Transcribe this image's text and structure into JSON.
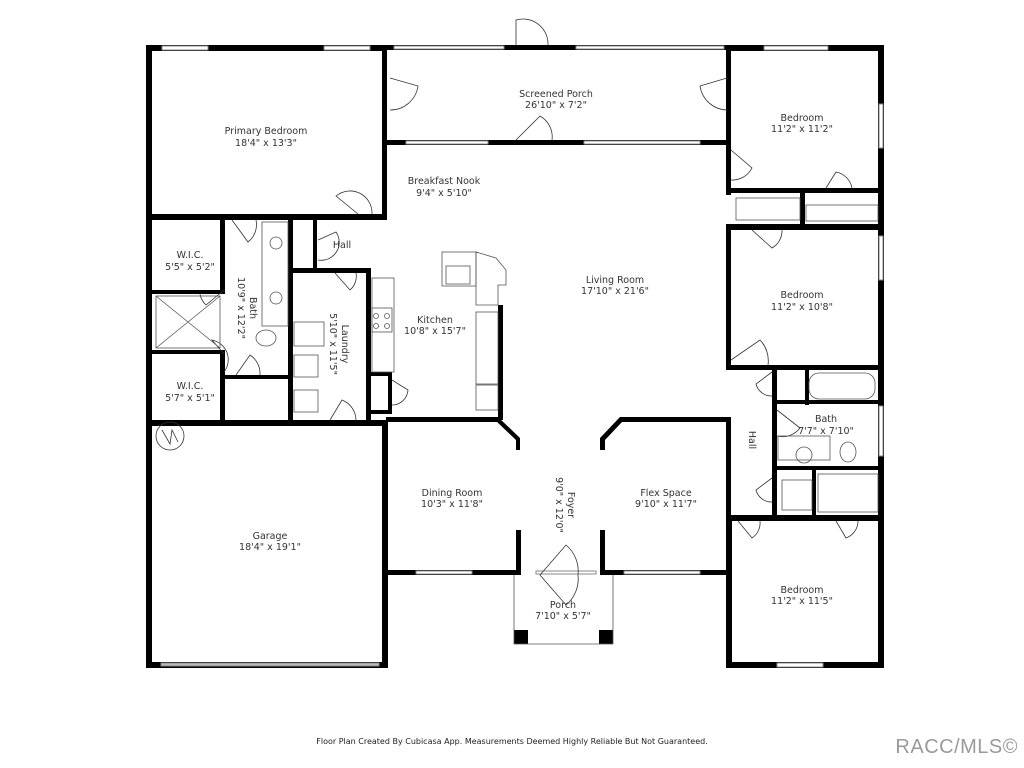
{
  "rooms": {
    "primary_bedroom": {
      "name": "Primary Bedroom",
      "dims": "18'4\" x 13'3\""
    },
    "screened_porch": {
      "name": "Screened Porch",
      "dims": "26'10\" x 7'2\""
    },
    "bedroom_ne": {
      "name": "Bedroom",
      "dims": "11'2\" x 11'2\""
    },
    "breakfast_nook": {
      "name": "Breakfast Nook",
      "dims": "9'4\" x 5'10\""
    },
    "hall_w": {
      "name": "Hall"
    },
    "wic_upper": {
      "name": "W.I.C.",
      "dims": "5'5\" x 5'2\""
    },
    "bath_primary": {
      "name": "Bath",
      "dims": "10'9\" x 12'2\""
    },
    "laundry": {
      "name": "Laundry",
      "dims": "5'10\" x 11'5\""
    },
    "kitchen": {
      "name": "Kitchen",
      "dims": "10'8\" x 15'7\""
    },
    "living_room": {
      "name": "Living Room",
      "dims": "17'10\" x 21'6\""
    },
    "bedroom_e": {
      "name": "Bedroom",
      "dims": "11'2\" x 10'8\""
    },
    "wic_lower": {
      "name": "W.I.C.",
      "dims": "5'7\" x 5'1\""
    },
    "bath_e": {
      "name": "Bath",
      "dims": "7'7\" x 7'10\""
    },
    "hall_e": {
      "name": "Hall"
    },
    "garage": {
      "name": "Garage",
      "dims": "18'4\" x 19'1\""
    },
    "dining_room": {
      "name": "Dining Room",
      "dims": "10'3\" x 11'8\""
    },
    "foyer": {
      "name": "Foyer",
      "dims": "9'0\" x 12'0\""
    },
    "flex_space": {
      "name": "Flex Space",
      "dims": "9'10\" x 11'7\""
    },
    "bedroom_se": {
      "name": "Bedroom",
      "dims": "11'2\" x 11'5\""
    },
    "porch": {
      "name": "Porch",
      "dims": "7'10\" x 5'7\""
    }
  },
  "footer": {
    "disclaimer": "Floor Plan Created By Cubicasa App. Measurements Deemed Highly Reliable But Not Guaranteed.",
    "watermark": "RACC/MLS©"
  },
  "colors": {
    "wall": "#000000",
    "fixture": "#555555",
    "window": "#888888",
    "background": "#ffffff"
  }
}
